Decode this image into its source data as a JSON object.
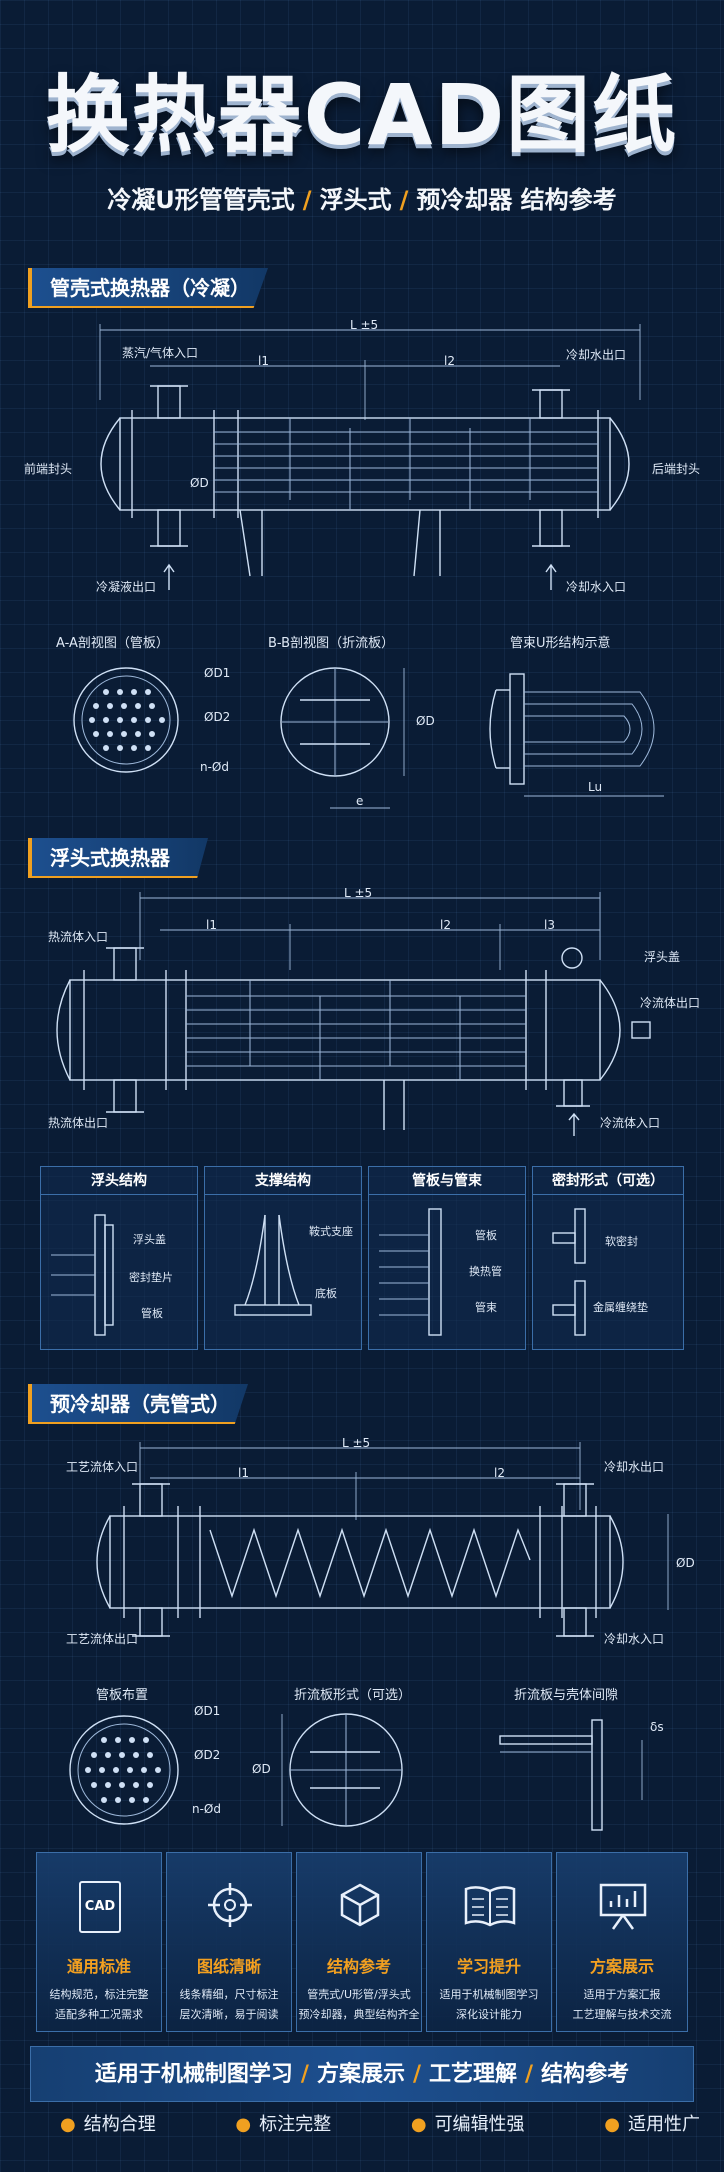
{
  "header": {
    "title": "换热器CAD图纸",
    "subtitle_parts": [
      "冷凝U形管管壳式",
      "浮头式",
      "预冷却器 结构参考"
    ],
    "sep": "/"
  },
  "section1": {
    "tag": "管壳式换热器（冷凝）",
    "labels": {
      "overall": "L ±5",
      "l1": "l1",
      "l2": "l2",
      "steam_inlet": "蒸汽/气体入口",
      "cooling_water_out": "冷却水出口",
      "front_head": "前端封头",
      "rear_head": "后端封头",
      "diameter": "ØD",
      "condensate_out": "冷凝液出口",
      "cooling_water_in": "冷却水入口"
    },
    "views": {
      "aa_title": "A-A剖视图（管板）",
      "bb_title": "B-B剖视图（折流板）",
      "u_title": "管束U形结构示意",
      "d1": "ØD1",
      "d2": "ØD2",
      "nd": "n-Ød",
      "D": "ØD",
      "e": "e",
      "lu": "Lu"
    }
  },
  "section2": {
    "tag": "浮头式换热器",
    "labels": {
      "overall": "L ±5",
      "l1": "l1",
      "l2": "l2",
      "l3": "l3",
      "hot_in": "热流体入口",
      "float_cover": "浮头盖",
      "cold_out": "冷流体出口",
      "hot_out": "热流体出口",
      "cold_in": "冷流体入口"
    },
    "cards": [
      {
        "title": "浮头结构",
        "notes": [
          "浮头盖",
          "密封垫片",
          "管板"
        ]
      },
      {
        "title": "支撑结构",
        "notes": [
          "鞍式支座",
          "底板"
        ]
      },
      {
        "title": "管板与管束",
        "notes": [
          "管板",
          "换热管",
          "管束"
        ]
      },
      {
        "title": "密封形式（可选）",
        "notes": [
          "软密封",
          "金属缠绕垫"
        ]
      }
    ]
  },
  "section3": {
    "tag": "预冷却器（壳管式）",
    "labels": {
      "overall": "L ±5",
      "l1": "l1",
      "l2": "l2",
      "process_in": "工艺流体入口",
      "cooling_water_out": "冷却水出口",
      "diameter": "ØD",
      "process_out": "工艺流体出口",
      "cooling_water_in": "冷却水入口"
    },
    "views": {
      "layout_title": "管板布置",
      "baffle_title": "折流板形式（可选）",
      "gap_title": "折流板与壳体间隙",
      "d1": "ØD1",
      "d2": "ØD2",
      "nd": "n-Ød",
      "D": "ØD",
      "ds": "δs"
    }
  },
  "features": [
    {
      "icon": "cad-file-icon",
      "glyph": "CAD",
      "title": "通用标准",
      "desc": [
        "结构规范，标注完整",
        "适配多种工况需求"
      ]
    },
    {
      "icon": "crosshair-icon",
      "glyph": "",
      "title": "图纸清晰",
      "desc": [
        "线条精细，尺寸标注",
        "层次清晰，易于阅读"
      ]
    },
    {
      "icon": "cube-icon",
      "glyph": "",
      "title": "结构参考",
      "desc": [
        "管壳式/U形管/浮头式",
        "预冷却器，典型结构齐全"
      ]
    },
    {
      "icon": "book-icon",
      "glyph": "",
      "title": "学习提升",
      "desc": [
        "适用于机械制图学习",
        "深化设计能力"
      ]
    },
    {
      "icon": "presentation-icon",
      "glyph": "",
      "title": "方案展示",
      "desc": [
        "适用于方案汇报",
        "工艺理解与技术交流"
      ]
    }
  ],
  "footer": {
    "bar_parts": [
      "适用于机械制图学习",
      "方案展示",
      "工艺理解",
      "结构参考"
    ],
    "sep": "/",
    "bullets": [
      "结构合理",
      "标注完整",
      "可编辑性强",
      "适用性广"
    ]
  },
  "colors": {
    "background": "#0a1c35",
    "accent": "#f0a020",
    "line": "#cfe0f5",
    "panel": "#1d4f8f"
  }
}
